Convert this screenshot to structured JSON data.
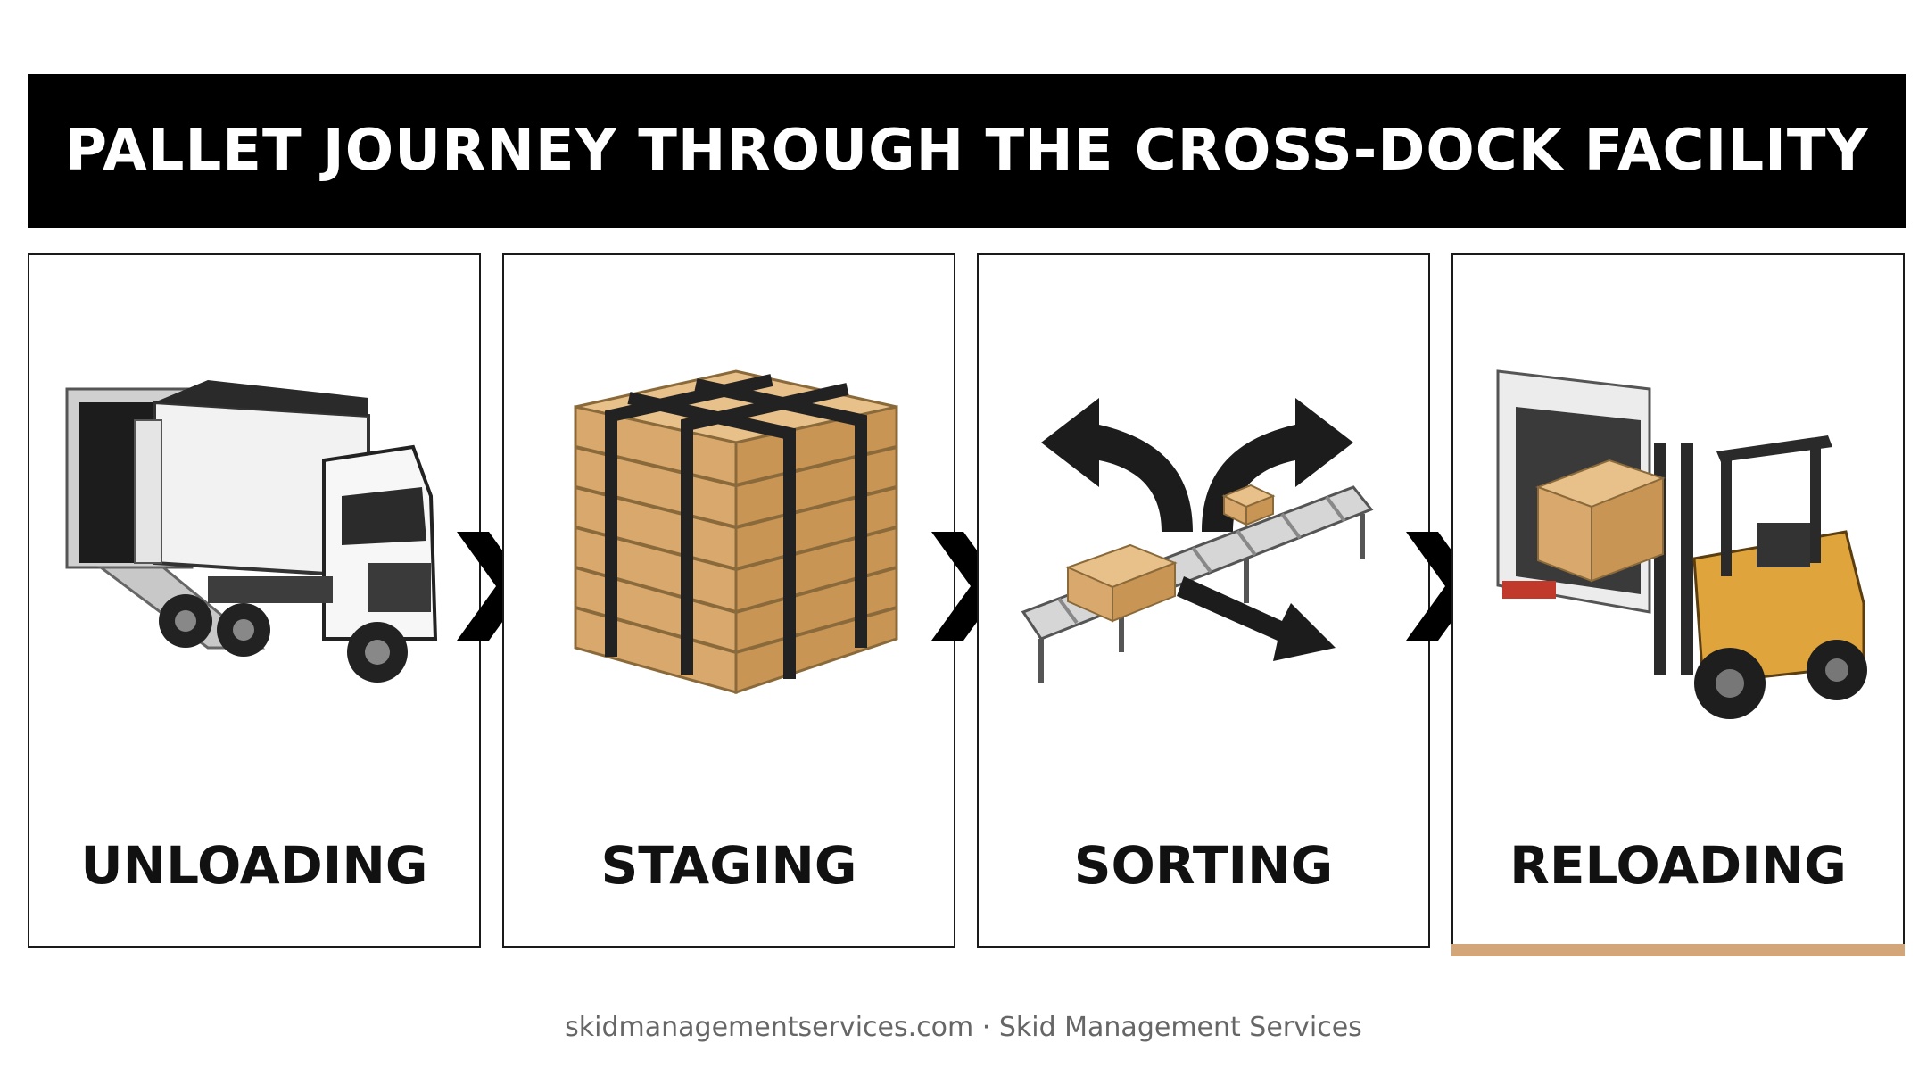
{
  "header": {
    "title": "PALLET JOURNEY THROUGH THE CROSS-DOCK FACILITY"
  },
  "steps": [
    {
      "label": "UNLOADING",
      "icon": "truck-at-dock-icon"
    },
    {
      "label": "STAGING",
      "icon": "strapped-pallet-stack-icon"
    },
    {
      "label": "SORTING",
      "icon": "conveyor-sort-arrows-icon"
    },
    {
      "label": "RELOADING",
      "icon": "forklift-loading-trailer-icon"
    }
  ],
  "connectors": [
    "chevron-right-icon",
    "chevron-right-icon",
    "chevron-right-icon"
  ],
  "footer": {
    "text": "skidmanagementservices.com · Skid Management Services"
  },
  "colors": {
    "accent": "#d2a679",
    "dark": "#000000",
    "wood": "#d9a86c",
    "forklift": "#e0a43c"
  }
}
